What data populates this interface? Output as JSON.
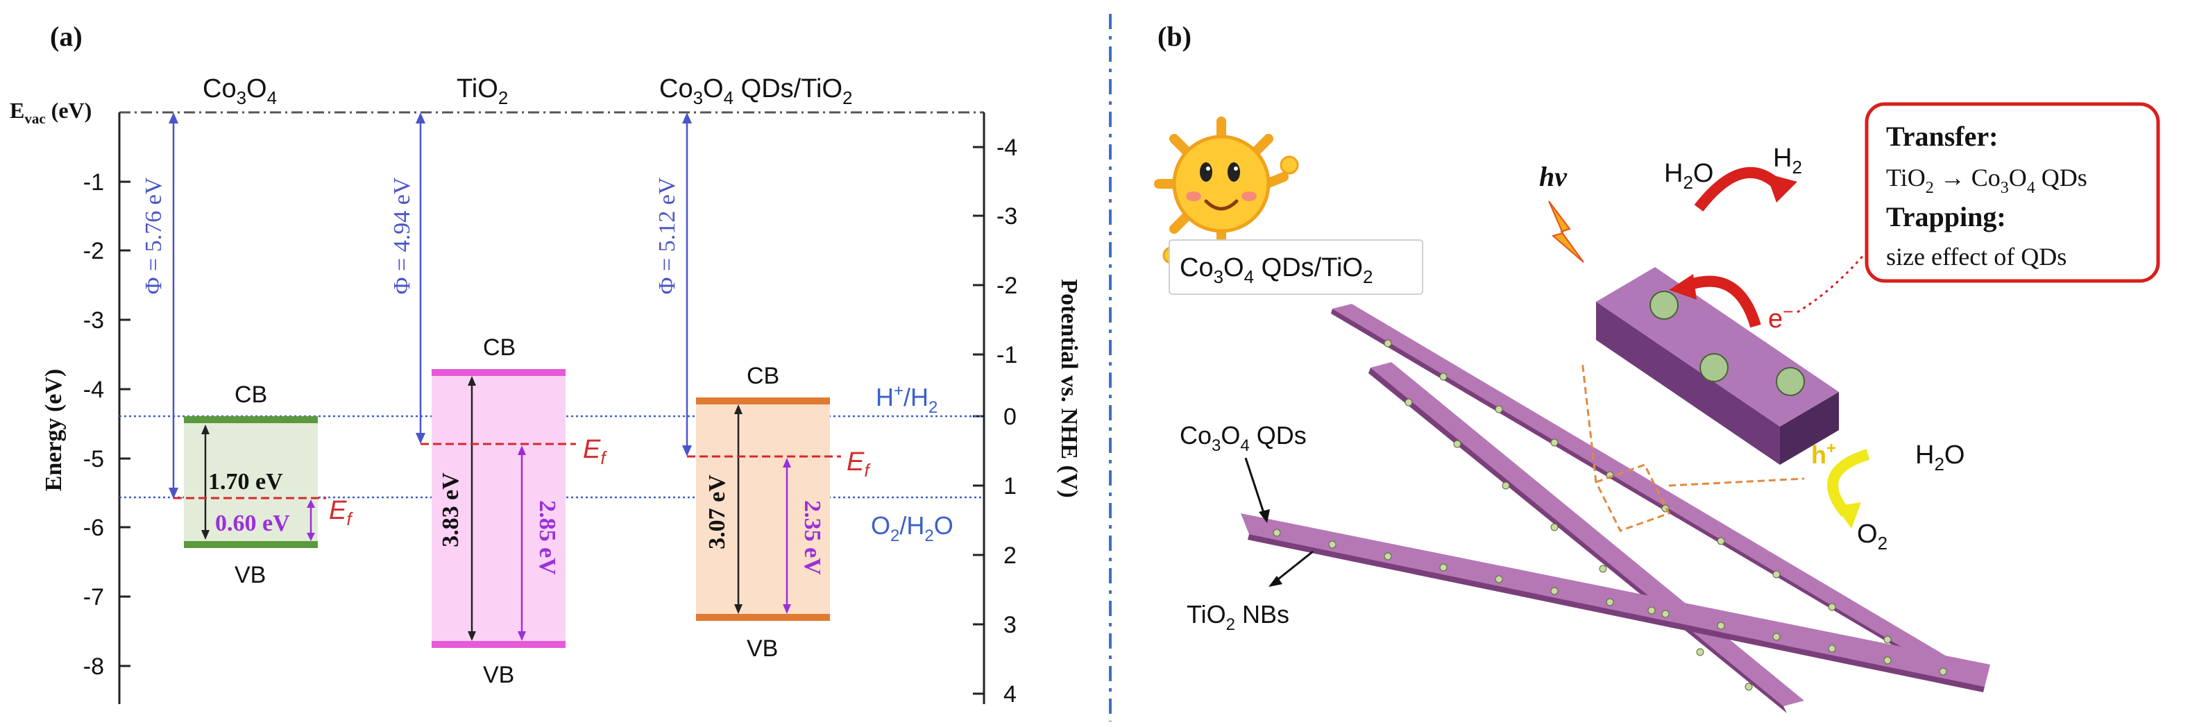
{
  "panel_a": {
    "label": "(a)",
    "headers": {
      "co3o4": {
        "main": "Co",
        "sub1": "3",
        "mid": "O",
        "sub2": "4"
      },
      "tio2": {
        "main": "TiO",
        "sub": "2"
      },
      "composite": {
        "p1": "Co",
        "s1": "3",
        "p2": "O",
        "s2": "4",
        "p3": " QDs/TiO",
        "s3": "2"
      }
    },
    "evac": {
      "main": "E",
      "sub": "vac",
      "unit": " (eV)"
    },
    "left_axis": {
      "title": "Energy (eV)",
      "ticks": [
        "-1",
        "-2",
        "-3",
        "-4",
        "-5",
        "-6",
        "-7",
        "-8"
      ]
    },
    "right_axis": {
      "title": "Potential vs. NHE (V)",
      "ticks": [
        "-4",
        "-3",
        "-2",
        "-1",
        "0",
        "1",
        "2",
        "3",
        "4"
      ]
    },
    "levels": {
      "h2": {
        "main": "H",
        "sup": "+",
        "rest": "/H",
        "sub": "2"
      },
      "o2": {
        "main": "O",
        "sub": "2",
        "rest": "/H",
        "sub2": "2",
        "end": "O"
      }
    },
    "co3o4": {
      "phi": "Φ = 5.76 eV",
      "cb": "CB",
      "vb": "VB",
      "gap": "1.70 eV",
      "ef_gap": "0.60 eV",
      "ef": "E",
      "ef_sub": "f",
      "color": "#4e9a3a"
    },
    "tio2": {
      "phi": "Φ = 4.94 eV",
      "cb": "CB",
      "vb": "VB",
      "gap": "3.83 eV",
      "ef_gap": "2.85 eV",
      "ef": "E",
      "ef_sub": "f",
      "color": "#e85ad8"
    },
    "composite": {
      "phi": "Φ = 5.12 eV",
      "cb": "CB",
      "vb": "VB",
      "gap": "3.07 eV",
      "ef_gap": "2.35 eV",
      "ef": "E",
      "ef_sub": "f",
      "color": "#e07a30"
    }
  },
  "panel_b": {
    "label": "(b)",
    "sun_label": {
      "p1": "Co",
      "s1": "3",
      "p2": "O",
      "s2": "4",
      "p3": " QDs/TiO",
      "s3": "2"
    },
    "hv": "hν",
    "h2o_top": {
      "main": "H",
      "sub": "2",
      "end": "O"
    },
    "h2": {
      "main": "H",
      "sub": "2"
    },
    "electron": "e",
    "electron_sup": "−",
    "hole": "h",
    "hole_sup": "+",
    "h2o_right": {
      "main": "H",
      "sub": "2",
      "end": "O"
    },
    "o2": {
      "main": "O",
      "sub": "2"
    },
    "qd_label": {
      "p1": "Co",
      "s1": "3",
      "p2": "O",
      "s2": "4",
      "p3": " QDs"
    },
    "nb_label": {
      "p1": "TiO",
      "s1": "2",
      "p2": " NBs"
    },
    "box": {
      "transfer_title": "Transfer:",
      "transfer_text_a": "TiO",
      "transfer_sub_a": "2",
      "transfer_arrow": " → Co",
      "transfer_sub_b": "3",
      "transfer_text_c": "O",
      "transfer_sub_c": "4",
      "transfer_text_d": " QDs",
      "trapping_title": "Trapping:",
      "trapping_text": "size effect of QDs"
    }
  }
}
